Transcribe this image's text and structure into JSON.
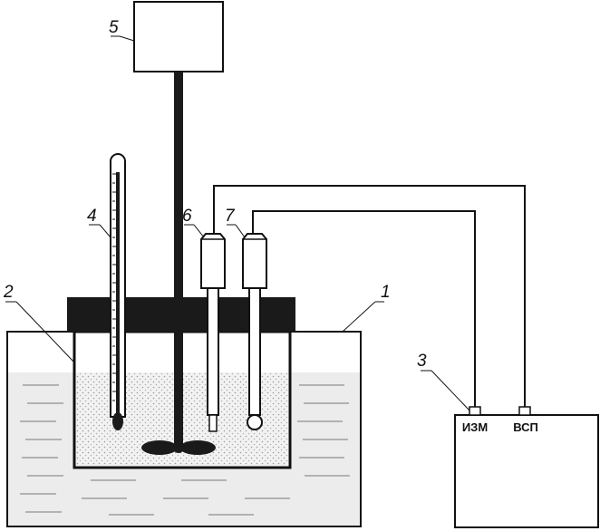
{
  "diagram": {
    "labels": {
      "bath": "1",
      "vessel": "2",
      "meter": "3",
      "thermometer": "4",
      "stirrer_motor": "5",
      "electrode_measuring": "6",
      "electrode_reference": "7"
    },
    "meter_ports": {
      "measuring": "ИЗМ",
      "reference": "ВСП"
    }
  }
}
